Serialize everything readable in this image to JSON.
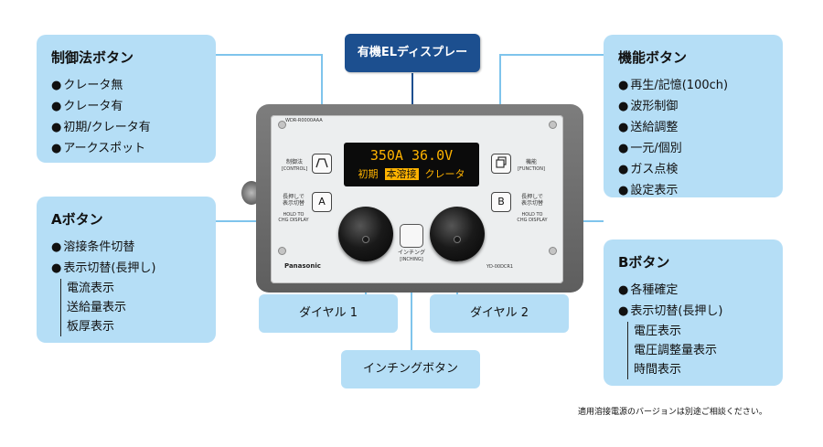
{
  "title_box": "有機ELディスプレー",
  "callouts": {
    "control": {
      "heading": "制御法ボタン",
      "items": [
        "クレータ無",
        "クレータ有",
        "初期/クレータ有",
        "アークスポット"
      ]
    },
    "a_button": {
      "heading": "Aボタン",
      "items": [
        "溶接条件切替",
        "表示切替(長押し)"
      ],
      "sub_items": [
        "電流表示",
        "送給量表示",
        "板厚表示"
      ]
    },
    "function": {
      "heading": "機能ボタン",
      "items": [
        "再生/記憶(100ch)",
        "波形制御",
        "送給調整",
        "一元/個別",
        "ガス点検",
        "設定表示"
      ]
    },
    "b_button": {
      "heading": "Bボタン",
      "items": [
        "各種確定",
        "表示切替(長押し)"
      ],
      "sub_items": [
        "電圧表示",
        "電圧調整量表示",
        "時間表示"
      ]
    }
  },
  "labels": {
    "dial1": "ダイヤル 1",
    "dial2": "ダイヤル 2",
    "inching": "インチングボタン"
  },
  "device": {
    "display_line1": "350A  36.0V",
    "display_line2_a": "初期",
    "display_line2_b": "本溶接",
    "display_line2_c": "クレータ",
    "left_label_1": "制御法",
    "left_label_1_en": "[CONTROL]",
    "left_label_2": "長押しで\n表示切替",
    "left_label_2_en": "HOLD TO\nCHG DISPLAY",
    "right_label_1": "機能",
    "right_label_1_en": "[FUNCTION]",
    "right_label_2": "長押しで\n表示切替",
    "right_label_2_en": "HOLD TO\nCHG DISPLAY",
    "button_a": "A",
    "button_b": "B",
    "inching_label": "インチング",
    "inching_label_en": "[INCHING]",
    "brand": "Panasonic",
    "model": "YD-00DCR1",
    "top_code": "WDR-R0000AAA"
  },
  "footnote": "適用溶接電源のバージョンは別途ご相談ください。",
  "colors": {
    "callout_bg": "#b5def6",
    "title_bg": "#1c4f8f",
    "leader_line": "#7fc4ec",
    "display_text": "#ffb300"
  }
}
